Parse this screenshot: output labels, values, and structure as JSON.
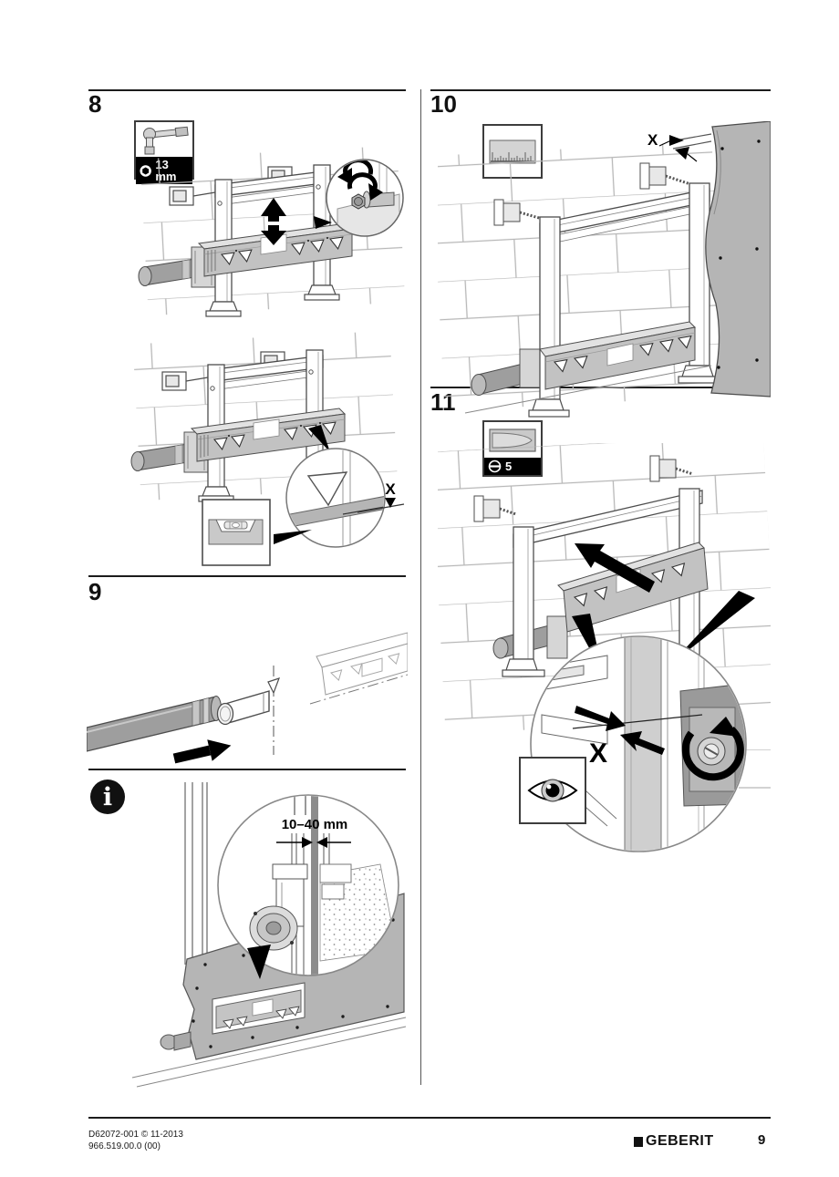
{
  "document": {
    "type": "installation-manual-page"
  },
  "steps": {
    "s8": {
      "number": "8",
      "tool_label": "13 mm",
      "tool_icon": "socket-wrench-icon",
      "drive_icon": "hex-socket-icon"
    },
    "s9": {
      "number": "9"
    },
    "s10": {
      "number": "10",
      "tool_icon": "ruler-icon"
    },
    "s11": {
      "number": "11",
      "tool_label": "5",
      "tool_icon": "flat-screwdriver-icon",
      "drive_icon": "slotted-screw-icon"
    }
  },
  "annotations": {
    "x_step8": "X",
    "x_step10": "X",
    "x_step11": "X",
    "gap_dimension": "10–40 mm"
  },
  "icons": {
    "info_glyph": "i",
    "info": "info-icon",
    "eye": "eye-icon",
    "spirit_level": "spirit-level-icon"
  },
  "colors": {
    "ink": "#1a1a1a",
    "drawing_line": "#4d4d4d",
    "brick_line": "#b3b3b3",
    "fill_gray": "#b5b5b5",
    "label_bar": "#000000"
  },
  "footer": {
    "doc_code": "D62072-001 © 11-2013",
    "article_code": "966.519.00.0 (00)",
    "brand": "GEBERIT",
    "page": "9"
  }
}
